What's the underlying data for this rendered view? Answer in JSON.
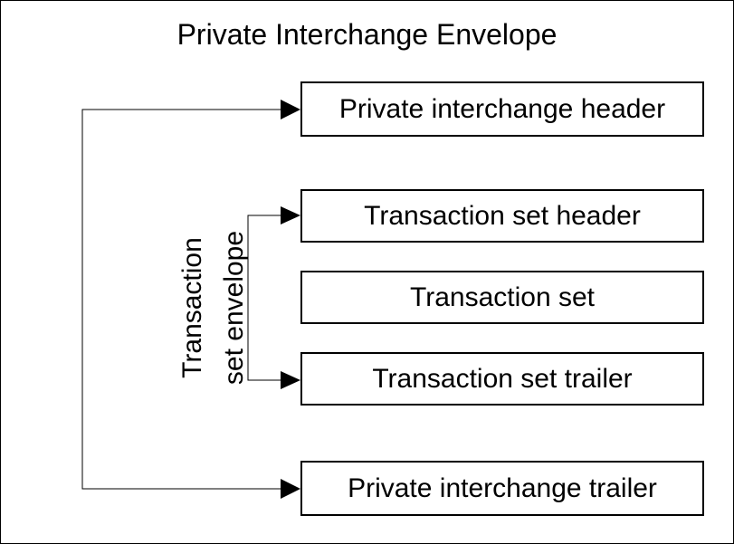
{
  "diagram": {
    "title": "Private Interchange Envelope",
    "side_label": {
      "line1": "Transaction",
      "line2": "set envelope"
    },
    "boxes": [
      {
        "label": "Private interchange header"
      },
      {
        "label": "Transaction set header"
      },
      {
        "label": "Transaction set"
      },
      {
        "label": "Transaction set trailer"
      },
      {
        "label": "Private interchange trailer"
      }
    ]
  }
}
